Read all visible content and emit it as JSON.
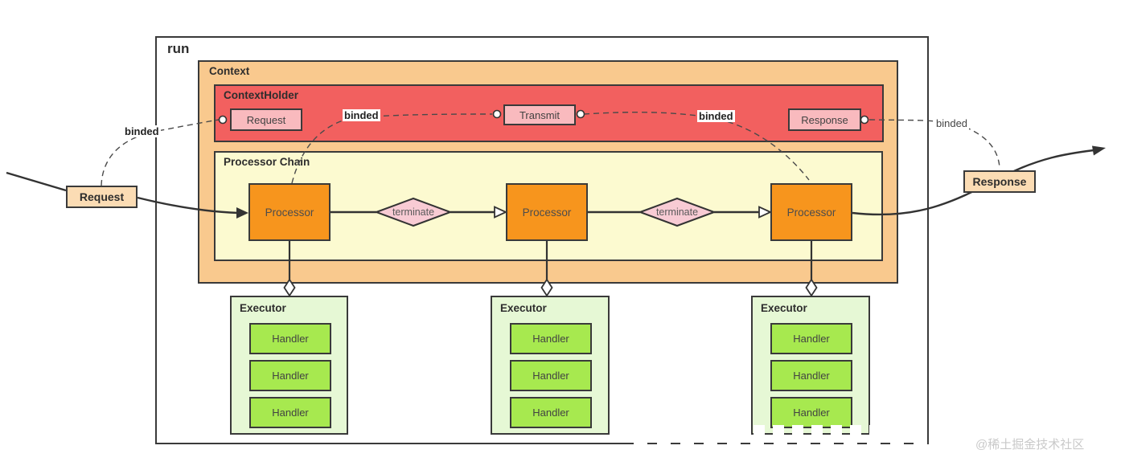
{
  "diagram": {
    "run_label": "run",
    "context": {
      "label": "Context"
    },
    "context_holder": {
      "label": "ContextHolder",
      "request": "Request",
      "transmit": "Transmit",
      "response": "Response"
    },
    "processor_chain": {
      "label": "Processor Chain",
      "processors": [
        "Processor",
        "Processor",
        "Processor"
      ],
      "terminates": [
        "terminate",
        "terminate"
      ]
    },
    "executors": [
      {
        "label": "Executor",
        "handlers": [
          "Handler",
          "Handler",
          "Handler"
        ]
      },
      {
        "label": "Executor",
        "handlers": [
          "Handler",
          "Handler",
          "Handler"
        ]
      },
      {
        "label": "Executor",
        "handlers": [
          "Handler",
          "Handler",
          "Handler"
        ]
      }
    ],
    "io": {
      "request": "Request",
      "response": "Response"
    },
    "binded_labels": [
      "binded",
      "binded",
      "binded",
      "binded"
    ],
    "watermark": "@稀土掘金技术社区",
    "colors": {
      "context_bg": "#F9C98E",
      "context_holder_bg": "#F2605F",
      "pink_box_bg": "#F9BABE",
      "processor_chain_bg": "#FCFAD0",
      "processor_bg": "#F7951D",
      "terminate_bg": "#F8CBD4",
      "executor_bg": "#E6F8D5",
      "handler_bg": "#A7E94F",
      "io_box_bg": "#FBDCB4",
      "line": "#333333"
    }
  }
}
